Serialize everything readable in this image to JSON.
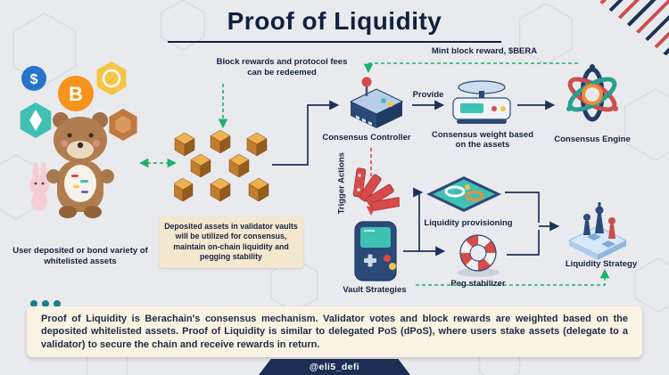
{
  "title": "Proof of Liquidity",
  "left_panel": {
    "caption": "User deposited or bond variety of whitelisted assets"
  },
  "notes": {
    "redeem": "Block rewards and protocol fees can be redeemed",
    "mint": "Mint block reward, $BERA",
    "vault_note": "Deposited assets in validator vaults will be utilized for consensus, maintain on-chain liquidity and pegging stability"
  },
  "nodes": {
    "consensus_controller": "Consensus Controller",
    "provide": "Provide",
    "consensus_weight": "Consensus weight based on the assets",
    "consensus_engine": "Consensus Engine",
    "trigger_actions": "Trigger Actions",
    "vault_strategies": "Vault Strategies",
    "liquidity_provisioning": "Liquidity provisioning",
    "peg_stabilizer": "Peg stabilizer",
    "liquidity_strategy": "Liquidity Strategy"
  },
  "footer": {
    "text": "Proof of Liquidity is Berachain's consensus mechanism. Validator votes and block rewards are weighted based on the deposited whitelisted assets. Proof of Liquidity is similar to delegated PoS (dPoS), where users stake assets (delegate to a validator) to secure the chain and receive rewards in return."
  },
  "credit": {
    "handle": "@eli5_defi"
  },
  "colors": {
    "navy": "#1c3357",
    "green": "#1fae6e",
    "red": "#d84b4b",
    "cream": "#f6ecd8",
    "background": "#e9eaee"
  }
}
